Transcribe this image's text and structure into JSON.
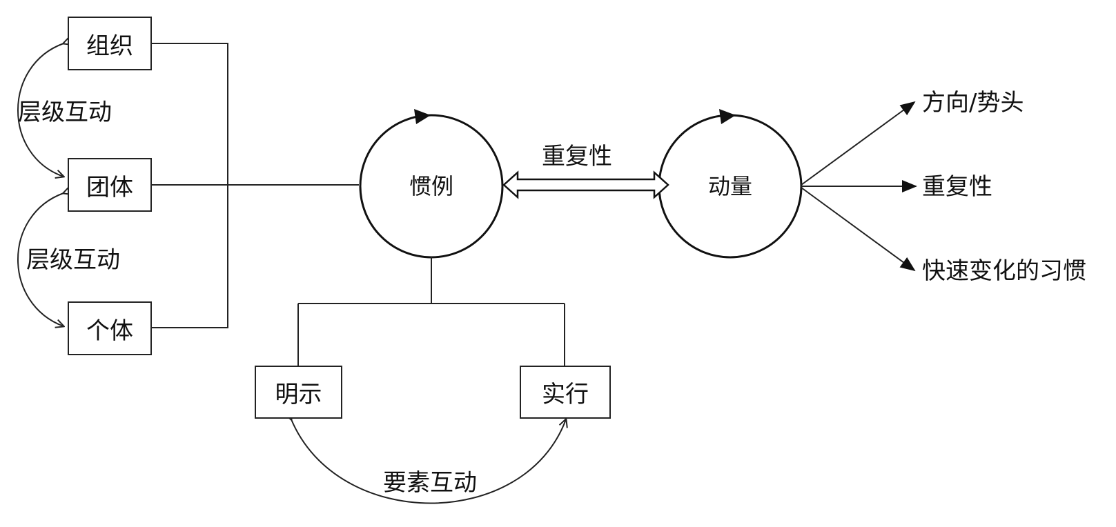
{
  "levels": {
    "organization": "组织",
    "group": "团体",
    "individual": "个体",
    "interaction_upper": "层级互动",
    "interaction_lower": "层级互动"
  },
  "routine": {
    "label": "惯例",
    "ostensive": "明示",
    "performative": "实行",
    "element_interaction": "要素互动"
  },
  "link_label": "重复性",
  "momentum": {
    "label": "动量",
    "outcomes": [
      "方向/势头",
      "重复性",
      "快速变化的习惯"
    ]
  }
}
